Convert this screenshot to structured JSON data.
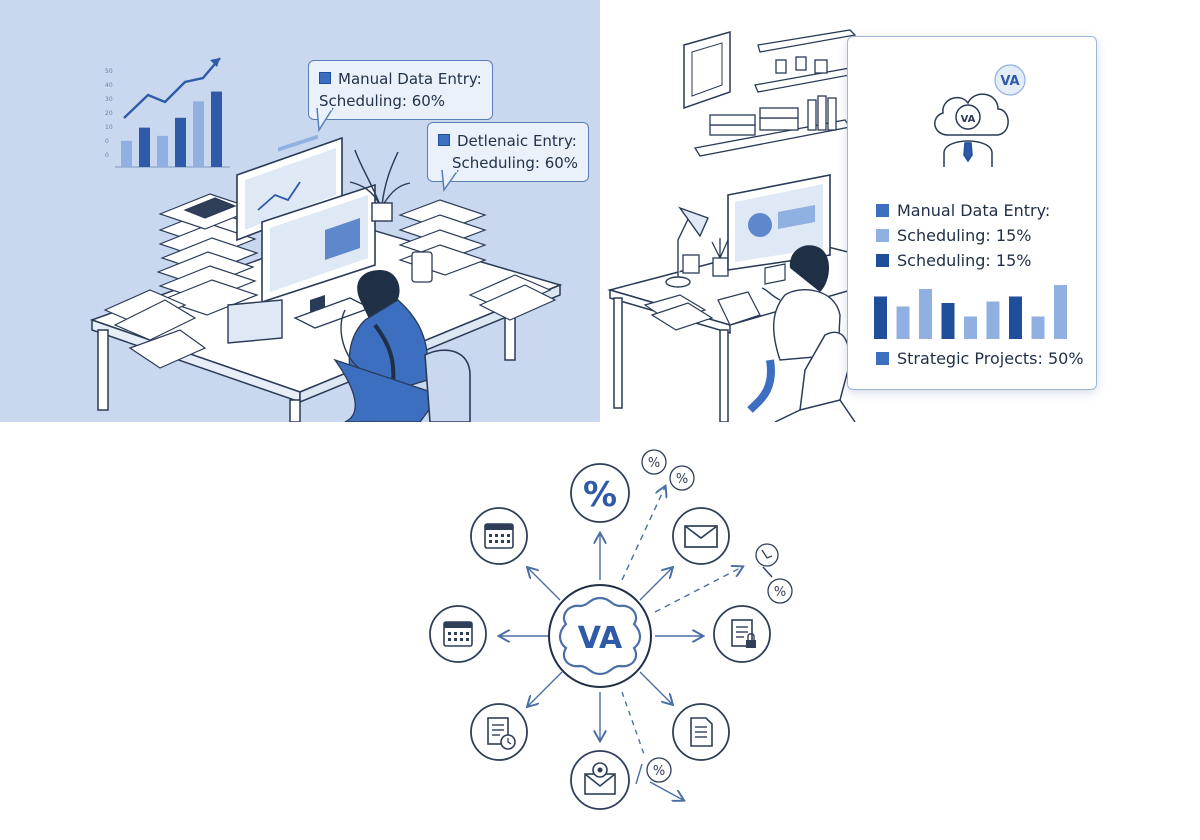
{
  "scene_left": {
    "callout_1": {
      "line1": "Manual Data Entry:",
      "line2": "Scheduling: 60%"
    },
    "callout_2": {
      "line1": "Detlenaic Entry:",
      "line2": "Scheduling: 60%"
    },
    "mini_chart": {
      "tick_labels": [
        "50",
        "40",
        "30",
        "20",
        "10",
        "0",
        "0"
      ],
      "bar_levels": [
        0.32,
        0.48,
        0.38,
        0.6,
        0.8,
        0.92
      ]
    },
    "colors": {
      "background": "#c9d8ee",
      "accent": "#2e5aa8",
      "accent_light": "#8fb0e0"
    }
  },
  "scene_right": {
    "card": {
      "badge": "VA",
      "cloud_label": "VA",
      "legend": [
        {
          "label": "Manual Data Entry:",
          "color": "#3d6fc0"
        },
        {
          "label": "Scheduling: 15%",
          "color": "#8fb0e0"
        },
        {
          "label": "Scheduling: 15%",
          "color": "#1f4f9a"
        }
      ],
      "bar_levels": [
        0.85,
        0.65,
        1.0,
        0.72,
        0.45,
        0.75,
        0.85,
        0.45,
        1.08
      ],
      "footer_label": "Strategic Projects: 50%",
      "footer_color": "#3d6fc0"
    }
  },
  "hub": {
    "center_label": "VA",
    "icons": [
      {
        "name": "percent-icon",
        "glyph": "%"
      },
      {
        "name": "mail-icon"
      },
      {
        "name": "document-lock-icon"
      },
      {
        "name": "document-icon"
      },
      {
        "name": "mail-notification-icon"
      },
      {
        "name": "document-clock-icon"
      },
      {
        "name": "calendar-icon"
      },
      {
        "name": "calendar-icon"
      }
    ],
    "small_badges": [
      "%",
      "%",
      "%",
      "%"
    ],
    "colors": {
      "ring": "#1f2f45",
      "icon": "#2f3f58",
      "arrow": "#4a6fa5"
    }
  }
}
